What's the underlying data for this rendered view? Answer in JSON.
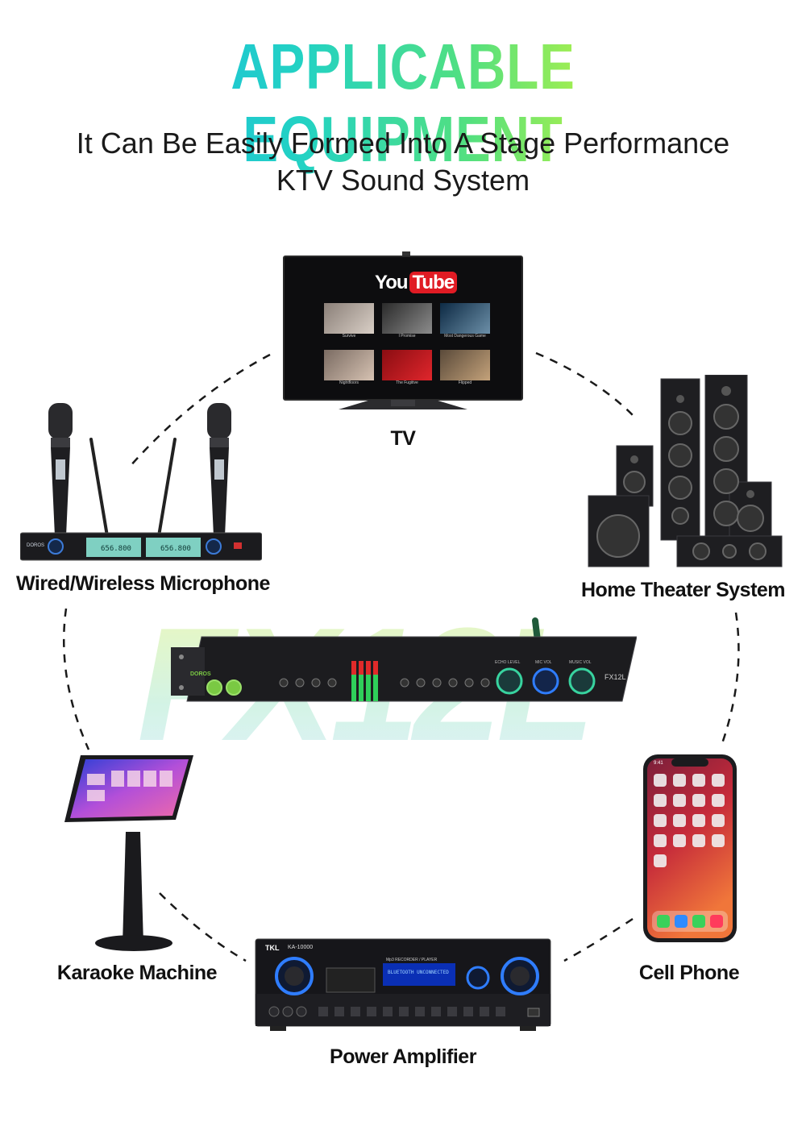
{
  "headline": "APPLICABLE EQUIPMENT",
  "subtitle_line1": "It Can Be Easily Formed Into A Stage Performance",
  "subtitle_line2": "KTV Sound System",
  "watermark": "FX12L",
  "labels": {
    "tv": "TV",
    "microphone": "Wired/Wireless Microphone",
    "home_theater": "Home Theater System",
    "karaoke": "Karaoke Machine",
    "cell_phone": "Cell Phone",
    "amplifier": "Power Amplifier"
  },
  "tv_screen": {
    "brand_you": "You",
    "brand_tube": "Tube",
    "thumbs": [
      "Survive",
      "I Promise",
      "Most Dangerous Game",
      "Nightfloors",
      "The Fugitive",
      "Flipped"
    ]
  },
  "processor": {
    "model": "FX12L",
    "brand": "DOROS",
    "knob_labels": [
      "ECHO LEVEL",
      "MIC VOL",
      "MUSIC VOL"
    ]
  },
  "amplifier": {
    "brand": "TKL",
    "model": "KA-10000",
    "display_title": "Mp3 RECORDER / PLAYER",
    "display_text": "BLUETOOTH UNCONNECTED"
  },
  "microphone_receiver": {
    "brand": "DOROS",
    "freq_a": "656.800",
    "freq_b": "656.800"
  },
  "phone": {
    "time": "9:41"
  },
  "colors": {
    "headline_start": "#19b7e8",
    "headline_end": "#e8f81f",
    "device_dark": "#1b1b1e",
    "accent_blue": "#2f7dff",
    "accent_green": "#38d39f"
  }
}
